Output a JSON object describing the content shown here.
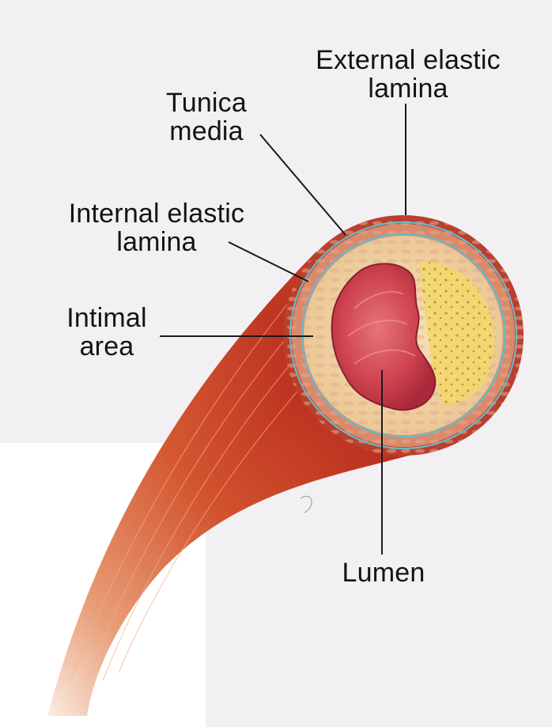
{
  "labels": {
    "external_elastic_lamina": [
      "External elastic",
      "lamina"
    ],
    "tunica_media": [
      "Tunica",
      "media"
    ],
    "internal_elastic_lamina": [
      "Internal elastic",
      "lamina"
    ],
    "intimal_area": [
      "Intimal",
      "area"
    ],
    "lumen": [
      "Lumen"
    ]
  },
  "colors": {
    "background": "#f2f0f3",
    "vessel_outer": "#c0301f",
    "vessel_highlight": "#e88a55",
    "media_band": "#b8402c",
    "elastic_lamina": "#6fb7c6",
    "intima_tissue": "#efd6a8",
    "lipid_core": "#f0d060",
    "lumen": "#c23a45",
    "label_text": "#141414"
  }
}
